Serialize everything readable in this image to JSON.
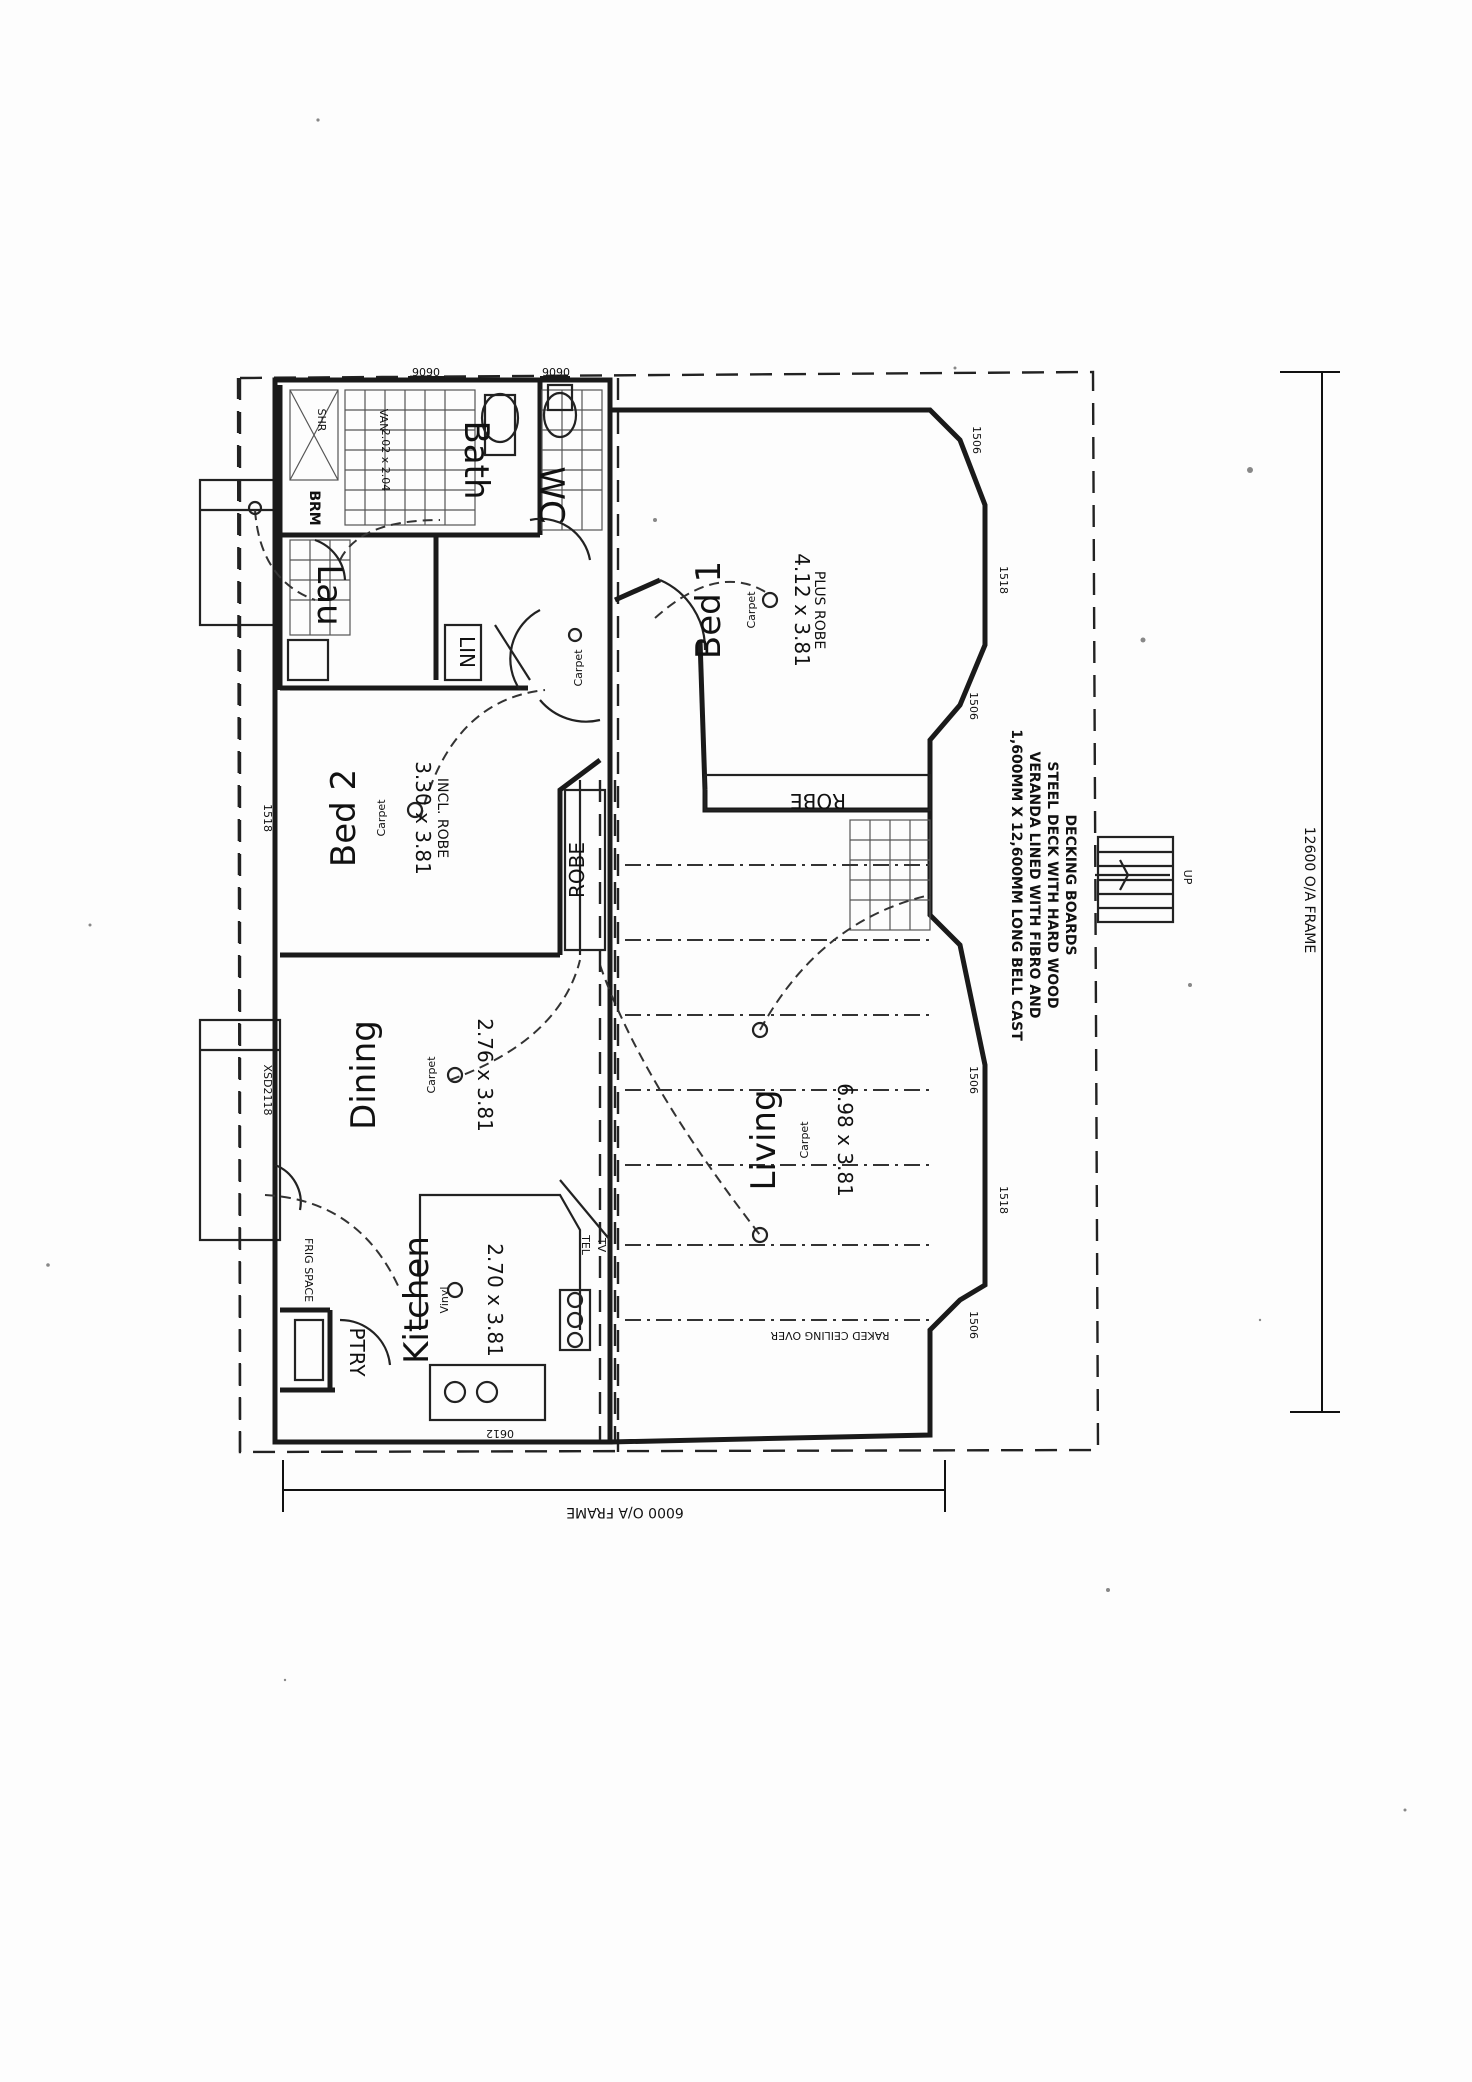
{
  "rooms": {
    "bed1": {
      "name": "Bed 1",
      "floor": "Carpet",
      "size": "4.12 x 3.81",
      "note": "PLUS ROBE"
    },
    "bed2": {
      "name": "Bed 2",
      "floor": "Carpet",
      "size": "3.30 x 3.81",
      "note": "INCL. ROBE"
    },
    "dining": {
      "name": "Dining",
      "floor": "Carpet",
      "size": "2.76 x 3.81"
    },
    "living": {
      "name": "Living",
      "floor": "Carpet",
      "size": "6.98 x 3.81"
    },
    "kitchen": {
      "name": "Kitchen",
      "floor": "Vinyl",
      "size": "2.70 x 3.81"
    },
    "bath": {
      "name": "Bath",
      "size": "2.02 x 2.04"
    },
    "wc": {
      "name": "WC"
    },
    "lau": {
      "name": "Lau"
    },
    "brm": {
      "name": "BRM"
    },
    "lin": {
      "name": "LIN"
    },
    "robe_bed1": {
      "name": "ROBE"
    },
    "robe_bed2": {
      "name": "ROBE"
    },
    "ptry": {
      "name": "PTRY"
    },
    "fridge": {
      "name": "FRIG SPACE"
    },
    "hall_floor": "Carpet"
  },
  "windows": {
    "w_bath": "0606",
    "w_wc": "0606",
    "w_bed1_top": "1506",
    "w_bed1_mid": "1518",
    "w_bed1_bot": "1506",
    "w_bed2": "1518",
    "w_dining_door": "XSD2118",
    "w_living_top": "1506",
    "w_living_mid": "1518",
    "w_living_bot": "1506",
    "w_kitchen": "0612"
  },
  "notes": {
    "raked_ceiling": "RAKED CEILING OVER",
    "veranda_line1": "1,600MM X 12,600MM LONG BELL CAST",
    "veranda_line2": "VERANDA LINED WITH FIBRO AND",
    "veranda_line3": "STEEL DECK WITH HARD WOOD",
    "veranda_line4": "DECKING BOARDS",
    "frame_length": "12600 O/A FRAME",
    "frame_width": "6000 O/A FRAME",
    "kitchen_tel": "TEL",
    "kitchen_tv": "TV",
    "stair_up": "UP"
  },
  "bath_fittings": {
    "shower": "SHR",
    "vanity": "VAN"
  }
}
